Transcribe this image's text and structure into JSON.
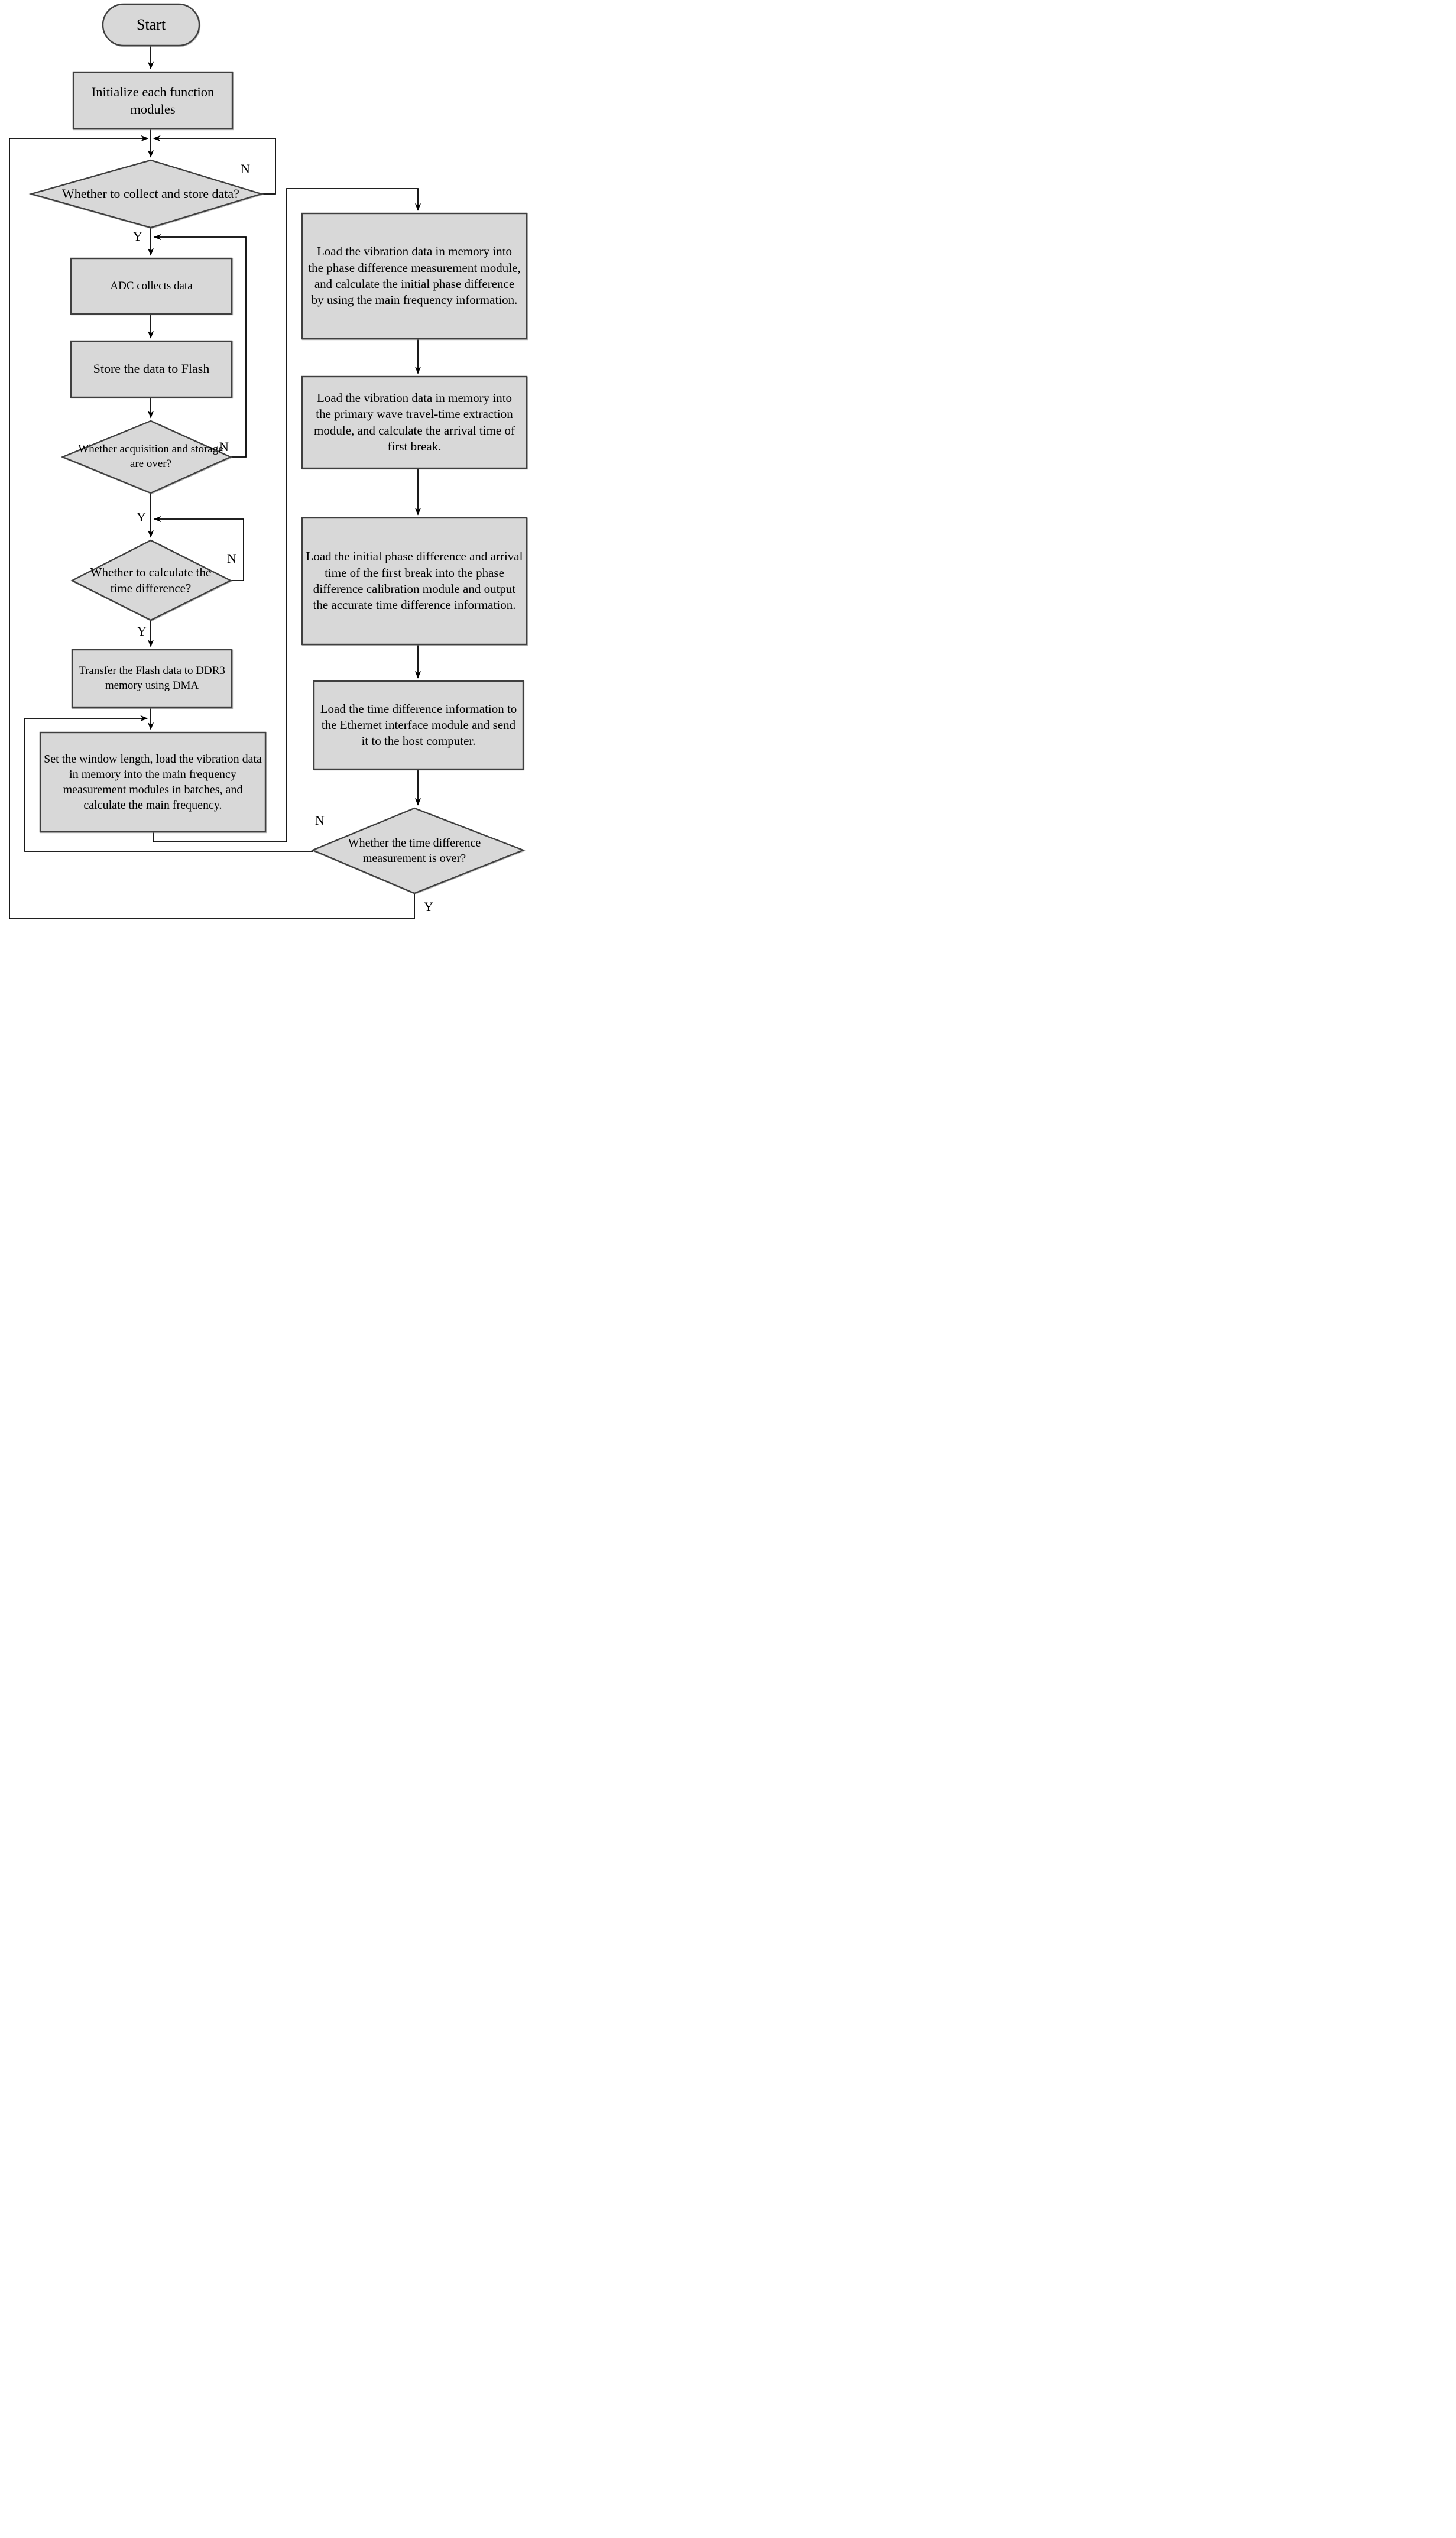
{
  "nodes": {
    "start": {
      "label": "Start"
    },
    "init": {
      "label": "Initialize each function modules"
    },
    "collect_decision": {
      "label": "Whether to collect and store data?"
    },
    "adc": {
      "label": "ADC collects data"
    },
    "store_flash": {
      "label": "Store the data to Flash"
    },
    "acq_over_decision": {
      "label": "Whether acquisition and storage are over?"
    },
    "calc_decision": {
      "label": "Whether to calculate the time difference?"
    },
    "transfer_dma": {
      "label": "Transfer the Flash data to DDR3 memory using DMA"
    },
    "set_window": {
      "label": "Set the window length, load the vibration data in memory into the main frequency measurement modules in batches, and calculate the main frequency."
    },
    "phase_diff": {
      "label": "Load the vibration data in memory into the phase difference measurement module, and calculate the initial phase difference by using the main frequency information."
    },
    "travel_time": {
      "label": "Load the vibration data in memory into the primary wave travel-time extraction module, and calculate the arrival time of first break."
    },
    "calibration": {
      "label": "Load the initial phase difference and arrival time of the first break into the phase difference calibration module and output the accurate time difference information."
    },
    "ethernet": {
      "label": "Load the time difference information to the Ethernet interface module and send it to the host computer."
    },
    "measure_over_decision": {
      "label": "Whether the time difference measurement is over?"
    }
  },
  "branches": {
    "collect": {
      "yes": "Y",
      "no": "N"
    },
    "acq_over": {
      "yes": "Y",
      "no": "N"
    },
    "calc": {
      "yes": "Y",
      "no": "N"
    },
    "measure_over": {
      "yes": "Y",
      "no": "N"
    }
  },
  "colors": {
    "node_fill": "#d8d8d8",
    "node_border": "#3f3f3f",
    "connector": "#000000",
    "text": "#000000",
    "background": "#ffffff"
  }
}
